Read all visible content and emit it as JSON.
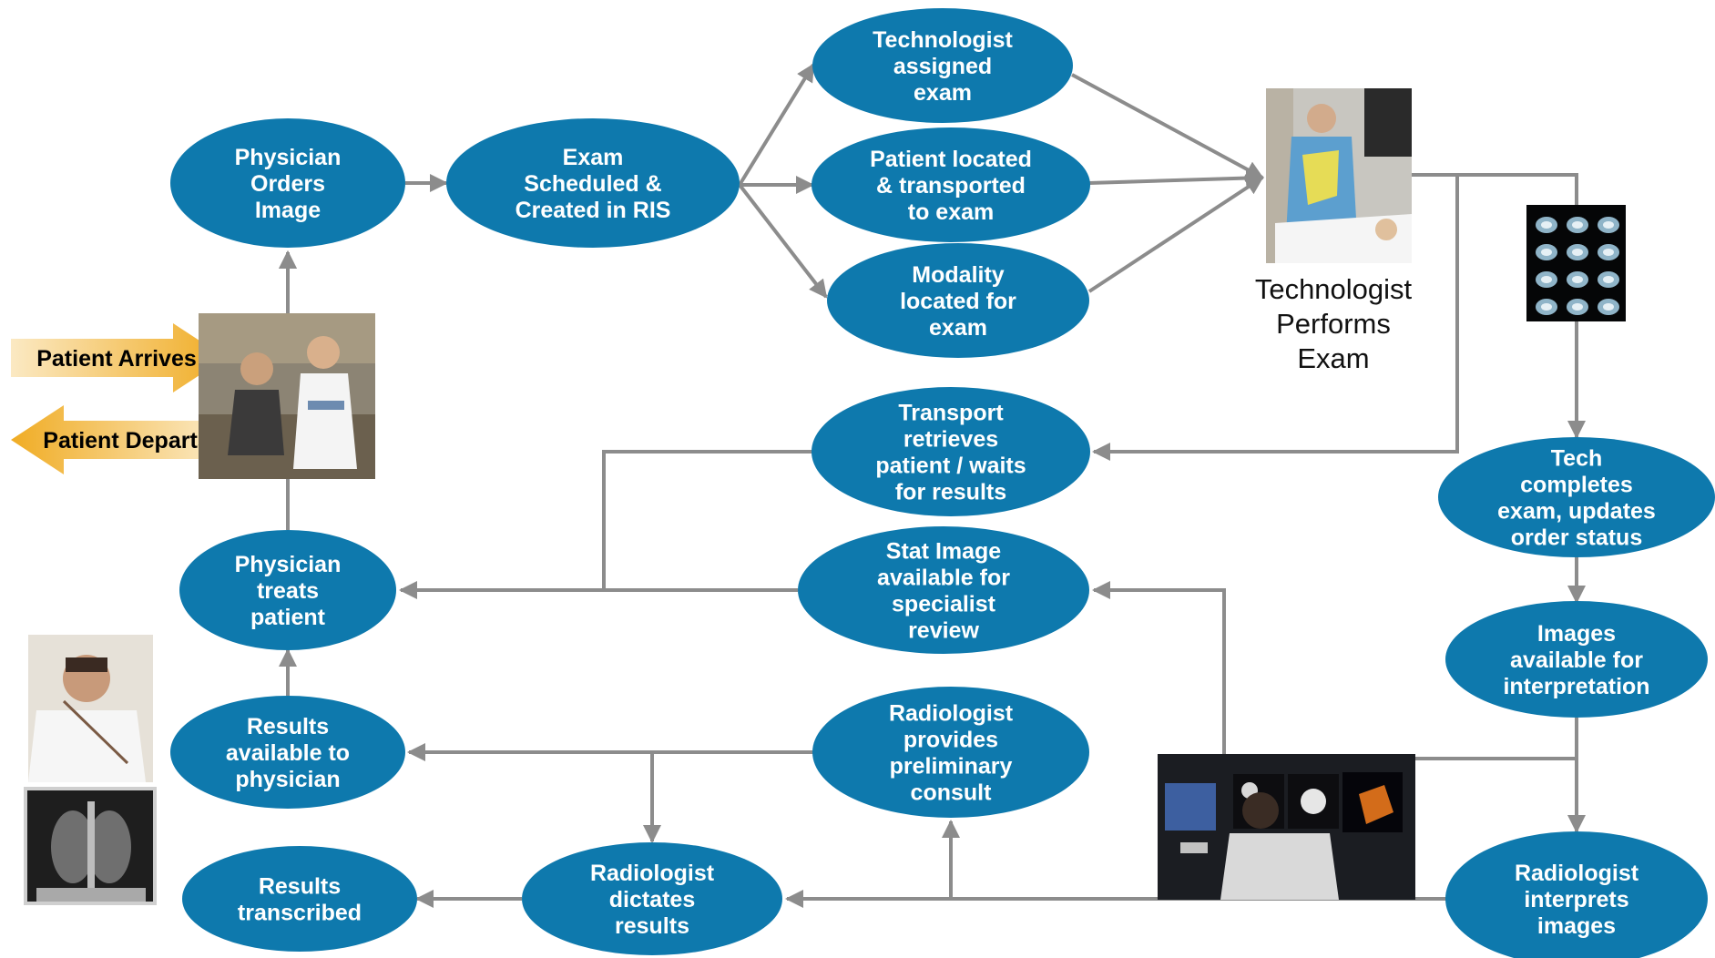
{
  "colors": {
    "node_fill": "#0e79ad",
    "node_text": "#ffffff",
    "connector": "#8c8c8c",
    "arrive_arrow": "#f2b532",
    "depart_arrow": "#f2b532"
  },
  "nodes": [
    {
      "id": "physician-orders",
      "lines": [
        "Physician",
        "Orders",
        "Image"
      ]
    },
    {
      "id": "exam-scheduled",
      "lines": [
        "Exam",
        "Scheduled &",
        "Created in RIS"
      ]
    },
    {
      "id": "technologist-assigned",
      "lines": [
        "Technologist",
        "assigned",
        "exam"
      ]
    },
    {
      "id": "patient-located",
      "lines": [
        "Patient located",
        "& transported",
        "to exam"
      ]
    },
    {
      "id": "modality-located",
      "lines": [
        "Modality",
        "located for",
        "exam"
      ]
    },
    {
      "id": "transport-retrieves",
      "lines": [
        "Transport",
        "retrieves",
        "patient / waits",
        "for results"
      ]
    },
    {
      "id": "tech-completes",
      "lines": [
        "Tech",
        "completes",
        "exam, updates",
        "order status"
      ]
    },
    {
      "id": "physician-treats",
      "lines": [
        "Physician",
        "treats",
        "patient"
      ]
    },
    {
      "id": "stat-image",
      "lines": [
        "Stat Image",
        "available for",
        "specialist",
        "review"
      ]
    },
    {
      "id": "images-available",
      "lines": [
        "Images",
        "available for",
        "interpretation"
      ]
    },
    {
      "id": "results-available",
      "lines": [
        "Results",
        "available to",
        "physician"
      ]
    },
    {
      "id": "radiologist-consult",
      "lines": [
        "Radiologist",
        "provides",
        "preliminary",
        "consult"
      ]
    },
    {
      "id": "results-transcribed",
      "lines": [
        "Results",
        "transcribed"
      ]
    },
    {
      "id": "radiologist-dictates",
      "lines": [
        "Radiologist",
        "dictates",
        "results"
      ]
    },
    {
      "id": "radiologist-interprets",
      "lines": [
        "Radiologist",
        "interprets",
        "images"
      ]
    }
  ],
  "side_arrows": {
    "arrives": "Patient Arrives",
    "departs": "Patient Departs"
  },
  "captions": {
    "technologist_performs": [
      "Technologist",
      "Performs",
      "Exam"
    ]
  },
  "images": [
    {
      "id": "consultation-photo",
      "icon": "doctor-patient-photo"
    },
    {
      "id": "technologist-photo",
      "icon": "technologist-exam-photo"
    },
    {
      "id": "ct-scans",
      "icon": "ct-scan-sheet"
    },
    {
      "id": "radiologist-workstation",
      "icon": "radiologist-workstation-photo"
    },
    {
      "id": "doctor-reading",
      "icon": "doctor-reading-photo"
    },
    {
      "id": "chest-xray",
      "icon": "chest-xray-image"
    }
  ]
}
